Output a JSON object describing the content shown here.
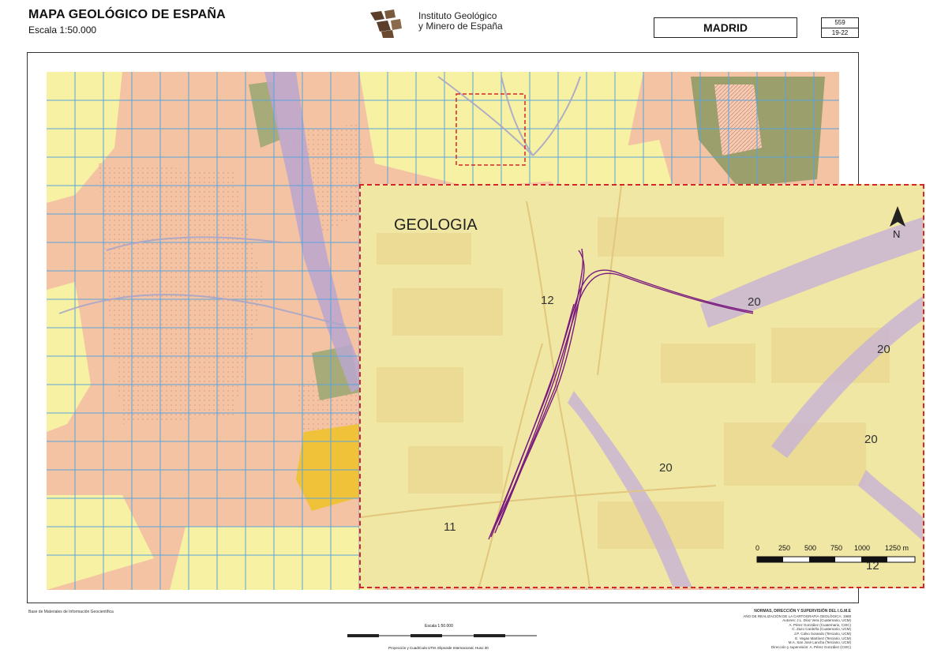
{
  "header": {
    "title": "MAPA GEOLÓGICO DE ESPAÑA",
    "scale": "Escala 1:50.000",
    "institute_line1": "Instituto Geológico",
    "institute_line2": "y Minero de España",
    "sheet_name": "MADRID",
    "sheet_number": "559",
    "sheet_grid": "19-22"
  },
  "colors": {
    "pink": "#f3c3a4",
    "yellow": "#f7f2a3",
    "olive": "#9a9f6c",
    "grid": "#5aa4dc",
    "river": "#b8a6cf",
    "alignment": "#7a1a7e",
    "highlight": "#d6262b"
  },
  "inset": {
    "title": "GEOLOGIA",
    "north_label": "N",
    "unit_labels": [
      "12",
      "20",
      "20",
      "20",
      "20",
      "11",
      "12"
    ],
    "scale_ticks": [
      "0",
      "250",
      "500",
      "750",
      "1000",
      "1250 m"
    ]
  },
  "footer": {
    "left": "Base de Materiales de Información Geocientífica",
    "scale_caption": "Escala 1:50.000",
    "projection": "Proyección y Cuadrícula UTM. Elipsoide Internacional. Huso 30",
    "credits_head": "NORMAS, DIRECCIÓN Y SUPERVISIÓN DEL I.G.M.E",
    "credits_sub": "AÑO DE REALIZACIÓN DE LA CARTOGRAFÍA GEOLÓGICA: 1988",
    "credits_lines": [
      "Autores: J.L. Díaz Vera (Cuaternario, UCM)",
      "A. Pérez González (Cuaternario, CSIC)",
      "C. Zazo Cardeña (Cuaternario, UCM)",
      "J.P. Calvo Sorando (Terciario, UCM)",
      "E. Vegas Martínez (Terciario, UCM)",
      "M.A. San José Lancha (Terciario, UCM)",
      "Dirección y supervisión: A. Pérez González (CSIC)"
    ]
  }
}
